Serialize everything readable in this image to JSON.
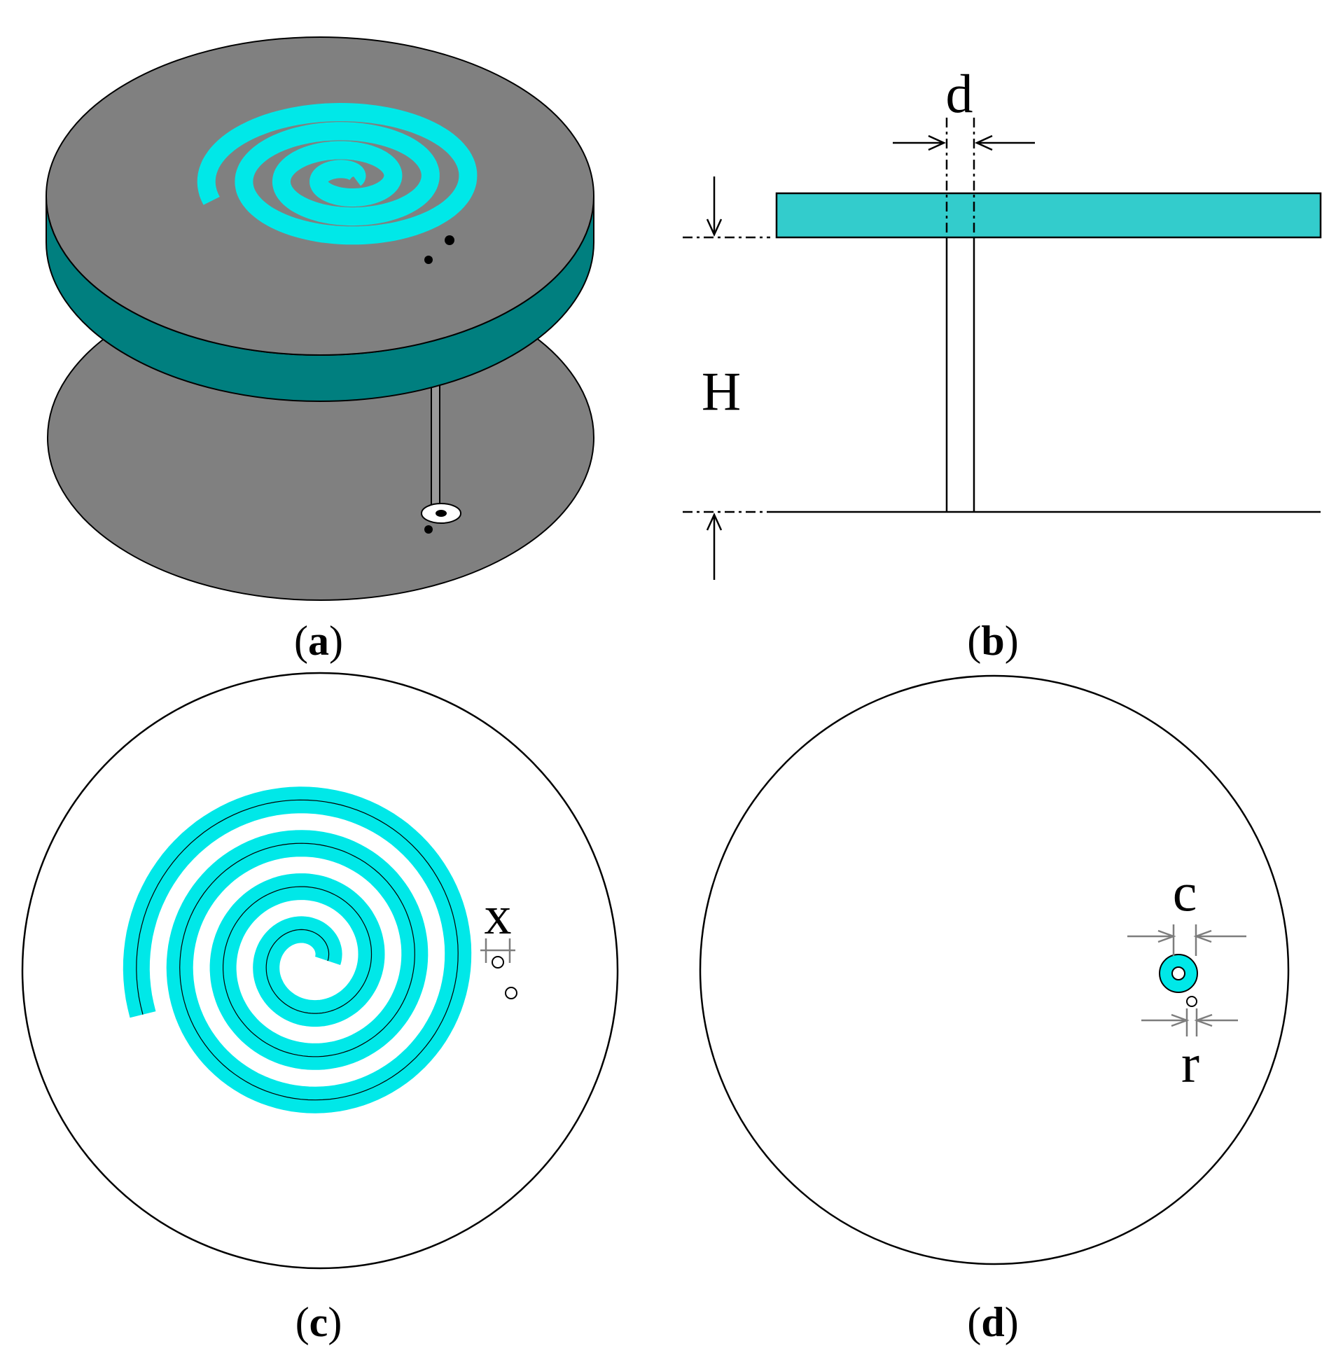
{
  "colors": {
    "patch": "#00e8e8",
    "substrate_side": "#007f7f",
    "plate_grey": "#808080",
    "substrate_section": "#33cccc",
    "outline": "#000000"
  },
  "panels": [
    {
      "id": "a",
      "open": "(",
      "letter": "a",
      "close": ")"
    },
    {
      "id": "b",
      "open": "(",
      "letter": "b",
      "close": ")"
    },
    {
      "id": "c",
      "open": "(",
      "letter": "c",
      "close": ")"
    },
    {
      "id": "d",
      "open": "(",
      "letter": "d",
      "close": ")"
    }
  ],
  "dimensions": {
    "d": "d",
    "H": "H",
    "x": "x",
    "c": "c",
    "r": "r"
  }
}
